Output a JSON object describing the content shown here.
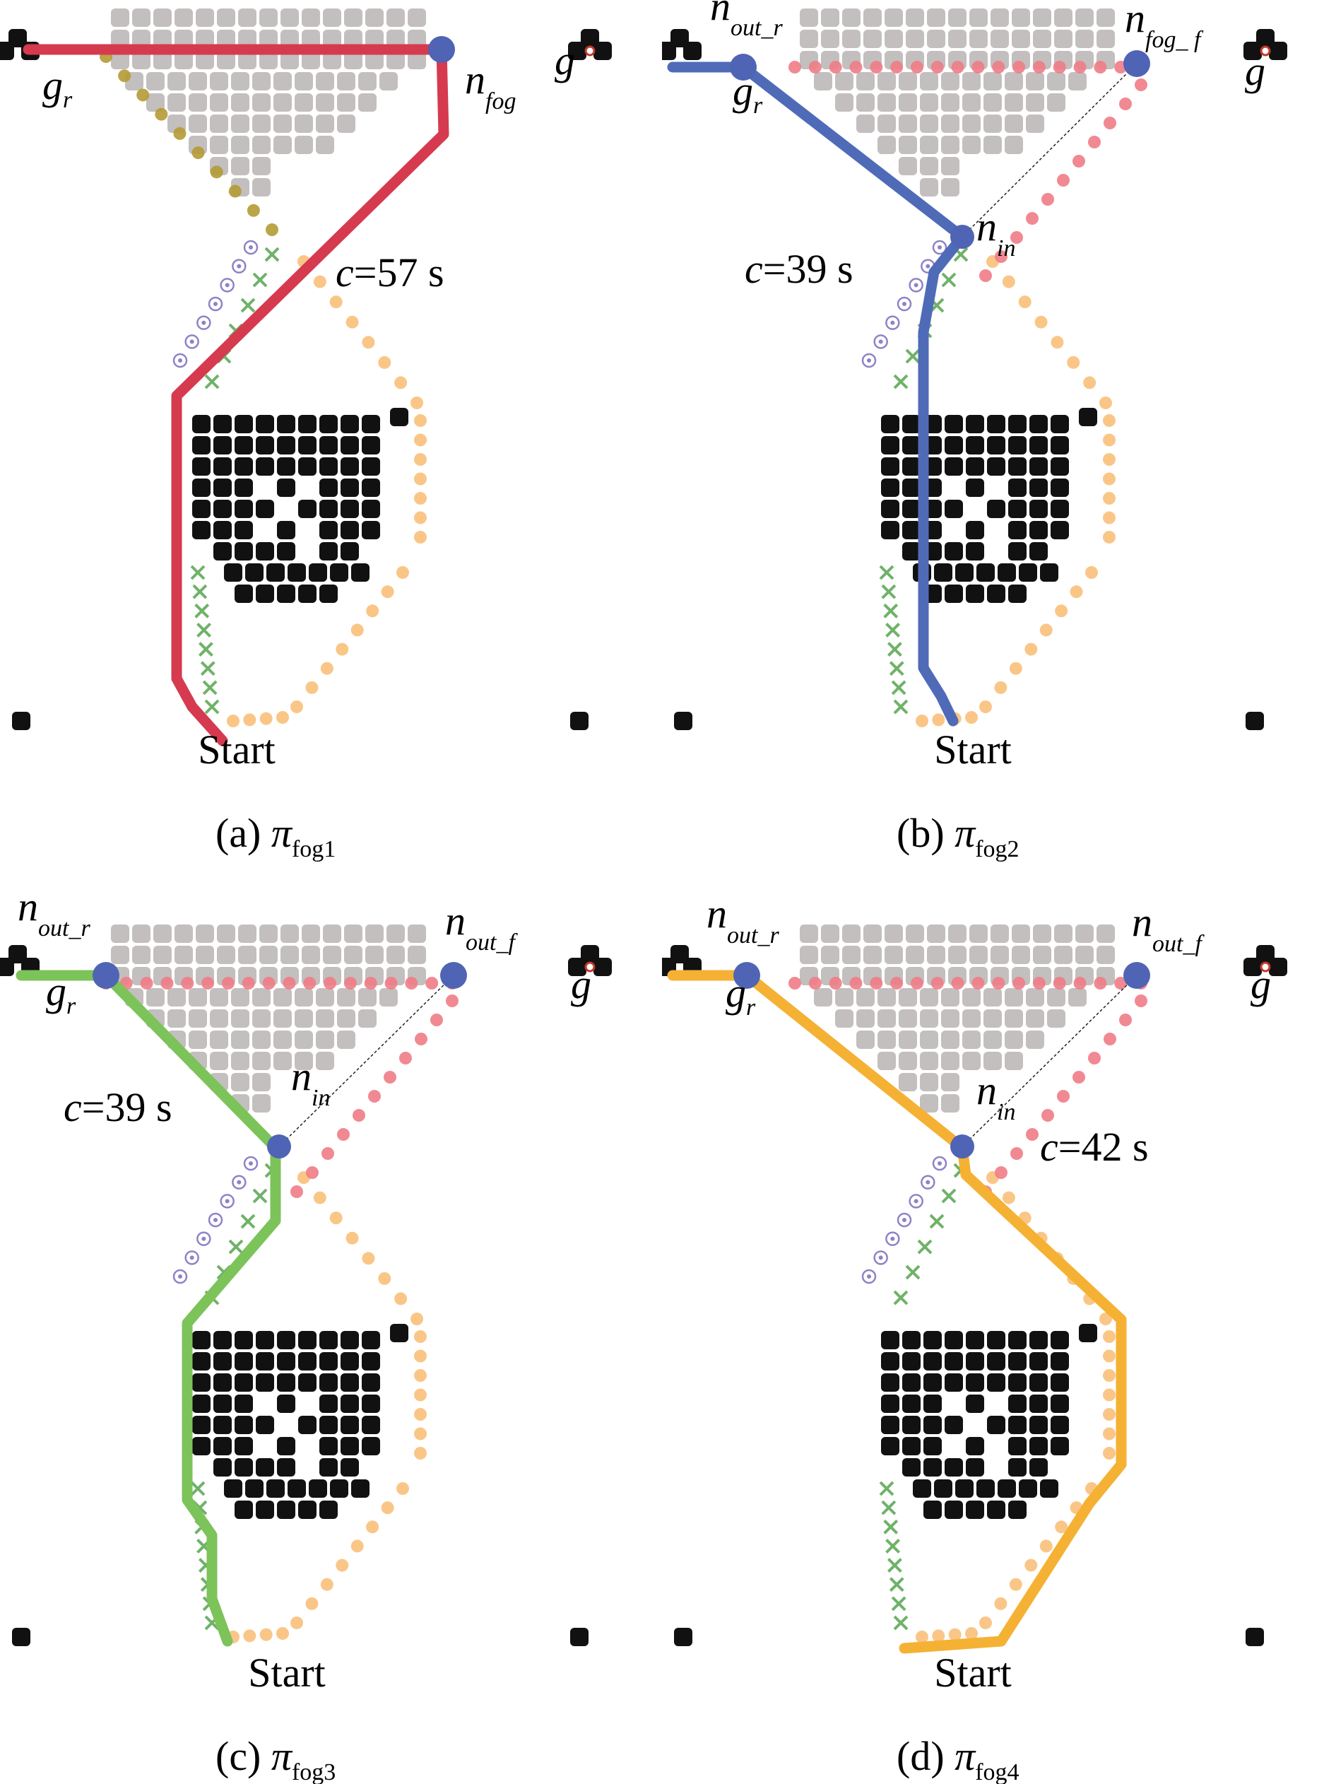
{
  "figure": {
    "panels": [
      {
        "id": "a",
        "caption_prefix": "(a)",
        "caption_symbol": "π",
        "caption_sub": "fog1",
        "path_color": "#d63a4f",
        "cost": {
          "var": "c",
          "value": "=57 s"
        },
        "labels": {
          "start": "Start",
          "g_r": {
            "base": "g",
            "sub": "r"
          },
          "g": "g",
          "node_fog": {
            "base": "n",
            "sub": "fog"
          }
        }
      },
      {
        "id": "b",
        "caption_prefix": "(b)",
        "caption_symbol": "π",
        "caption_sub": "fog2",
        "path_color": "#4f6bb8",
        "cost": {
          "var": "c",
          "value": "=39 s"
        },
        "labels": {
          "start": "Start",
          "g_r": {
            "base": "g",
            "sub": "r"
          },
          "g": "g",
          "node_out_r": {
            "base": "n",
            "sub": "out_r"
          },
          "node_fog_f": {
            "base": "n",
            "sub": "fog_ f"
          },
          "node_in": {
            "base": "n",
            "sub": "in"
          }
        }
      },
      {
        "id": "c",
        "caption_prefix": "(c)",
        "caption_symbol": "π",
        "caption_sub": "fog3",
        "path_color": "#7cc35a",
        "cost": {
          "var": "c",
          "value": "=39 s"
        },
        "labels": {
          "start": "Start",
          "g_r": {
            "base": "g",
            "sub": "r"
          },
          "g": "g",
          "node_out_r": {
            "base": "n",
            "sub": "out_r"
          },
          "node_out_f": {
            "base": "n",
            "sub": "out_f"
          },
          "node_in": {
            "base": "n",
            "sub": "in"
          }
        }
      },
      {
        "id": "d",
        "caption_prefix": "(d)",
        "caption_symbol": "π",
        "caption_sub": "fog4",
        "path_color": "#f5b133",
        "cost": {
          "var": "c",
          "value": "=42 s"
        },
        "labels": {
          "start": "Start",
          "g_r": {
            "base": "g",
            "sub": "r"
          },
          "g": "g",
          "node_out_r": {
            "base": "n",
            "sub": "out_r"
          },
          "node_out_f": {
            "base": "n",
            "sub": "out_f"
          },
          "node_in": {
            "base": "n",
            "sub": "in"
          }
        }
      }
    ],
    "colors": {
      "fog_region": "#c3bfbe",
      "obstacle": "#111111",
      "node": "#4f64b4",
      "red_dots": "#f07c86",
      "orange_dots": "#f9c07a",
      "green_marks": "#6fb269",
      "purple_rings": "#8f82c7",
      "olive_dots": "#b59a34"
    }
  }
}
